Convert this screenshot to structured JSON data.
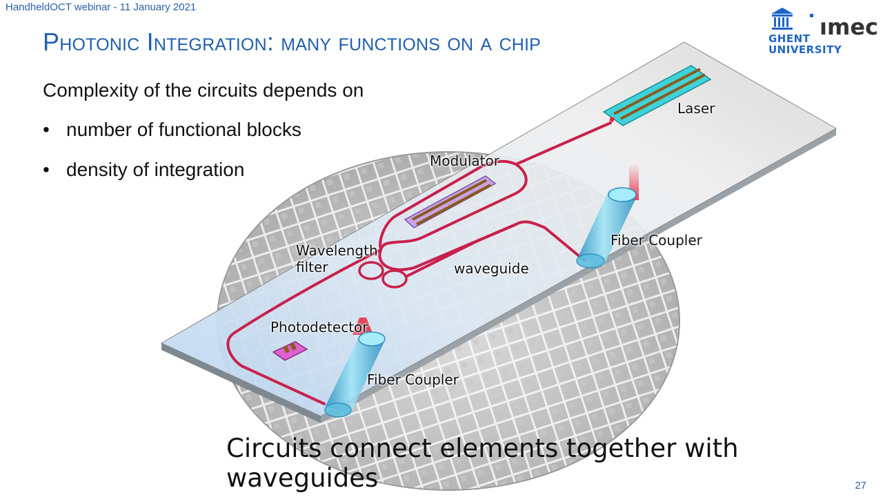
{
  "header": {
    "note": "HandheldOCT webinar - 11 January 2021"
  },
  "title": "Photonic Integration: many functions on a chip",
  "intro": "Complexity of the circuits depends on",
  "bullets": [
    {
      "marker": "•",
      "text": "number of functional blocks"
    },
    {
      "marker": "•",
      "text": "density of integration"
    }
  ],
  "logos": {
    "ugent_line1": "GHENT",
    "ugent_line2": "UNIVERSITY",
    "imec": "ımec"
  },
  "diagram_labels": {
    "laser": "Laser",
    "modulator": "Modulator",
    "wavelength_filter_line1": "Wavelength",
    "wavelength_filter_line2": "filter",
    "waveguide": "waveguide",
    "fiber_coupler_right": "Fiber Coupler",
    "photodetector": "Photodetector",
    "fiber_coupler_left": "Fiber Coupler"
  },
  "caption": "Circuits connect elements together with waveguides",
  "page_number": "27",
  "colors": {
    "title_blue": "#1f5fb0",
    "waveguide_red": "#c8204a",
    "chip_top": "#e2e2e2",
    "fiber_cyan": "#7fd6ee"
  }
}
